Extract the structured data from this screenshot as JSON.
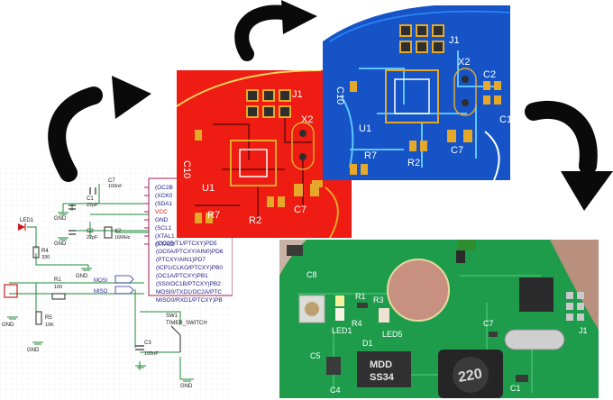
{
  "schematic": {
    "cap_c7": "C7",
    "cap_c7_val": "100nF",
    "cap_c1": "C1",
    "cap_c1_val": "22pF",
    "cap_c2": "C2",
    "cap_c2_val": "22pF",
    "crystal": "X2",
    "crystal_val": "16MHz",
    "gnd_label": "GND",
    "led": "LED1",
    "res_r4": "R4",
    "res_r4_val": "330",
    "res_r1": "R1",
    "res_r1_val": "100",
    "res_r5": "R5",
    "res_r5_val": "10K",
    "mosi": "MOSI",
    "miso": "MISO",
    "switch": "SW1",
    "switch_name": "TIMER_SWITCH",
    "cap_c3": "C3",
    "cap_c3_val": "100nF",
    "ic_pins_top": [
      "(OC2B",
      "(XCK0",
      "(SDA1",
      "VCC",
      "GND",
      "(SCL1",
      "(XTAL1",
      "(XTAL2"
    ],
    "ic_pins_bottom": [
      "(OC0B/T1/PTCXY)PD5",
      "(OC0A/PTCXY/AIN0)PD6",
      "(PTCXY/AIN1)PD7",
      "(ICP1/CLKO/PTCXY)PB0",
      "(OC1A/PTCXY)PB1",
      "(SS0/OC1B/PTCXY)PB2",
      "MOSI0/TXD1/OC2A/PTC",
      "MISO0/RXD1/PTCXY)PB"
    ]
  },
  "red_board": {
    "labels": [
      "J1",
      "X2",
      "C10",
      "U1",
      "R7",
      "R2",
      "C7"
    ]
  },
  "blue_board": {
    "labels": [
      "J1",
      "X2",
      "C2",
      "C10",
      "U1",
      "R7",
      "R2",
      "C7",
      "C1"
    ]
  },
  "photo": {
    "labels": [
      "C8",
      "R1",
      "R4",
      "R3",
      "LED1",
      "LED5",
      "D1",
      "C5",
      "C4",
      "J1",
      "C7",
      "C1"
    ],
    "diode_text": [
      "MDD",
      "SS34"
    ],
    "inductor_text": "220"
  },
  "colors": {
    "red_board": "#ee1c12",
    "blue_board": "#1553c6",
    "green_board": "#1e9c4c",
    "copper": "#e5a82b",
    "arrow": "#0a0a0a"
  }
}
